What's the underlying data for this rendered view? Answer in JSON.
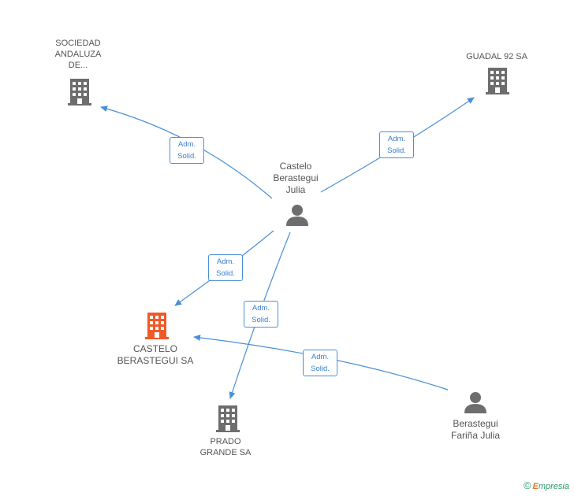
{
  "nodes": {
    "sociedad": {
      "lines": [
        "SOCIEDAD",
        "ANDALUZA",
        "DE..."
      ],
      "kind": "company"
    },
    "guadal": {
      "lines": [
        "GUADAL 92 SA"
      ],
      "kind": "company"
    },
    "castelo_julia": {
      "lines": [
        "Castelo",
        "Berastegui",
        "Julia"
      ],
      "kind": "person"
    },
    "castelo_sa": {
      "lines": [
        "CASTELO",
        "BERASTEGUI SA"
      ],
      "kind": "company-highlight"
    },
    "prado": {
      "lines": [
        "PRADO",
        "GRANDE SA"
      ],
      "kind": "company"
    },
    "farina": {
      "lines": [
        "Berastegui",
        "Fariña Julia"
      ],
      "kind": "person"
    }
  },
  "edges": [
    {
      "from": "castelo_julia",
      "to": "sociedad",
      "label": [
        "Adm.",
        "Solid."
      ]
    },
    {
      "from": "castelo_julia",
      "to": "guadal",
      "label": [
        "Adm.",
        "Solid."
      ]
    },
    {
      "from": "castelo_julia",
      "to": "castelo_sa",
      "label": [
        "Adm.",
        "Solid."
      ]
    },
    {
      "from": "castelo_julia",
      "to": "prado",
      "label": [
        "Adm.",
        "Solid."
      ]
    },
    {
      "from": "farina",
      "to": "castelo_sa",
      "label": [
        "Adm.",
        "Solid."
      ]
    }
  ],
  "colors": {
    "edge": "#4a8fd6",
    "icon": "#6d6d6d",
    "highlight": "#f05a28"
  },
  "footer": {
    "copyright": "©",
    "brand_initial": "E",
    "brand_rest": "mpresia"
  }
}
